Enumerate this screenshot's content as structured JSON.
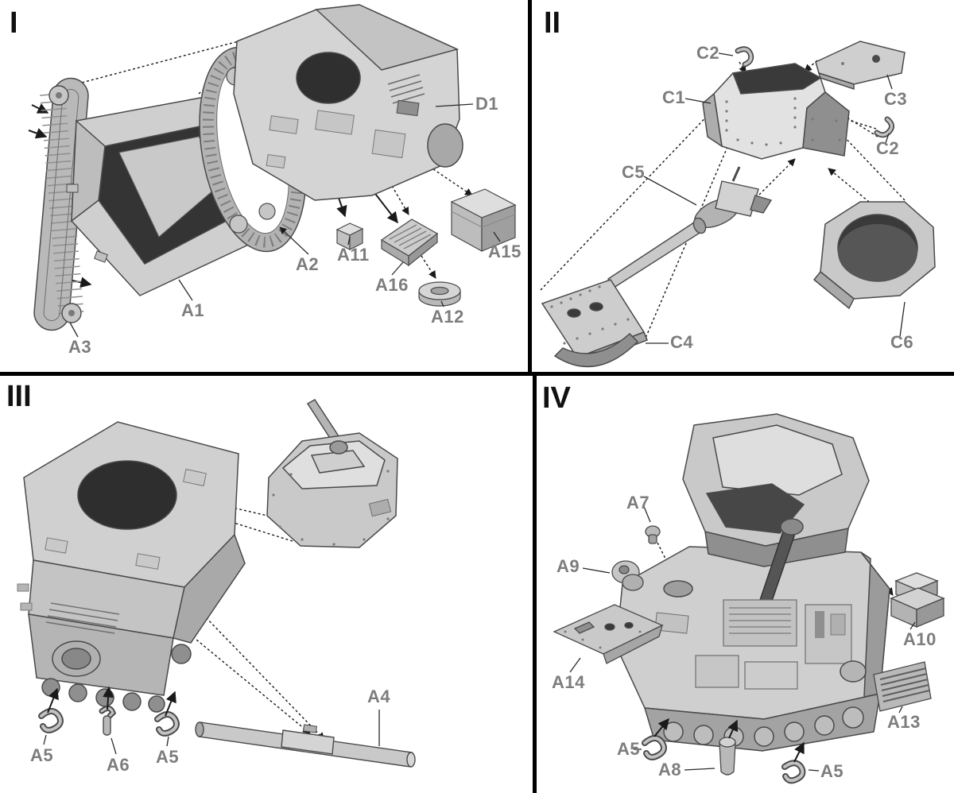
{
  "palette": {
    "background": "#ffffff",
    "divider": "#000000",
    "part_label": "#7d7d7d",
    "step_numeral": "#111111",
    "assembly_line": "#1a1a1a",
    "part_fill_light": "#dedede",
    "part_fill_mid": "#c6c6c6",
    "part_fill_dark": "#8f8f8f",
    "part_outline": "#4a4a4a"
  },
  "panels": {
    "p1": {
      "numeral": "I",
      "labels": {
        "d1": "D1",
        "a2": "A2",
        "a11": "A11",
        "a16": "A16",
        "a15": "A15",
        "a12": "A12",
        "a1": "A1",
        "a3": "A3"
      }
    },
    "p2": {
      "numeral": "II",
      "labels": {
        "c2_top": "C2",
        "c1": "C1",
        "c3": "C3",
        "c2_right": "C2",
        "c5": "C5",
        "c4": "C4",
        "c6": "C6"
      }
    },
    "p3": {
      "numeral": "III",
      "labels": {
        "a4": "A4",
        "a5_left": "A5",
        "a6": "A6",
        "a5_right": "A5"
      }
    },
    "p4": {
      "numeral": "IV",
      "labels": {
        "a7": "A7",
        "a9": "A9",
        "a14": "A14",
        "a10": "A10",
        "a13": "A13",
        "a5_left": "A5",
        "a8": "A8",
        "a5_right": "A5"
      }
    }
  }
}
